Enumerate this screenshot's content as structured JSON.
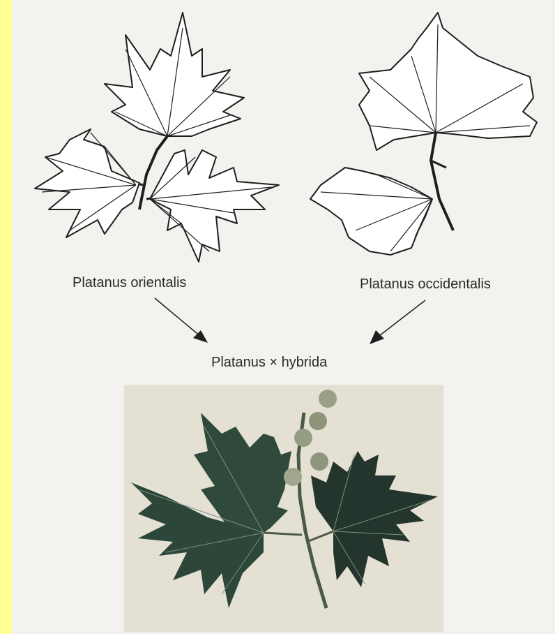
{
  "labels": {
    "orientalis": "Platanus orientalis",
    "occidentalis": "Platanus occidentalis",
    "hybrida": "Platanus × hybrida"
  },
  "colors": {
    "side_strip": "#ffff98",
    "background": "#f3f2ee",
    "ink": "#1e1e1e",
    "leaf_green": "#2f4a3a",
    "fruit_green": "#9aa088",
    "photo_background": "#e4e0d4"
  },
  "icons": {
    "arrow_left": "arrow-down-right-icon",
    "arrow_right": "arrow-down-left-icon"
  }
}
